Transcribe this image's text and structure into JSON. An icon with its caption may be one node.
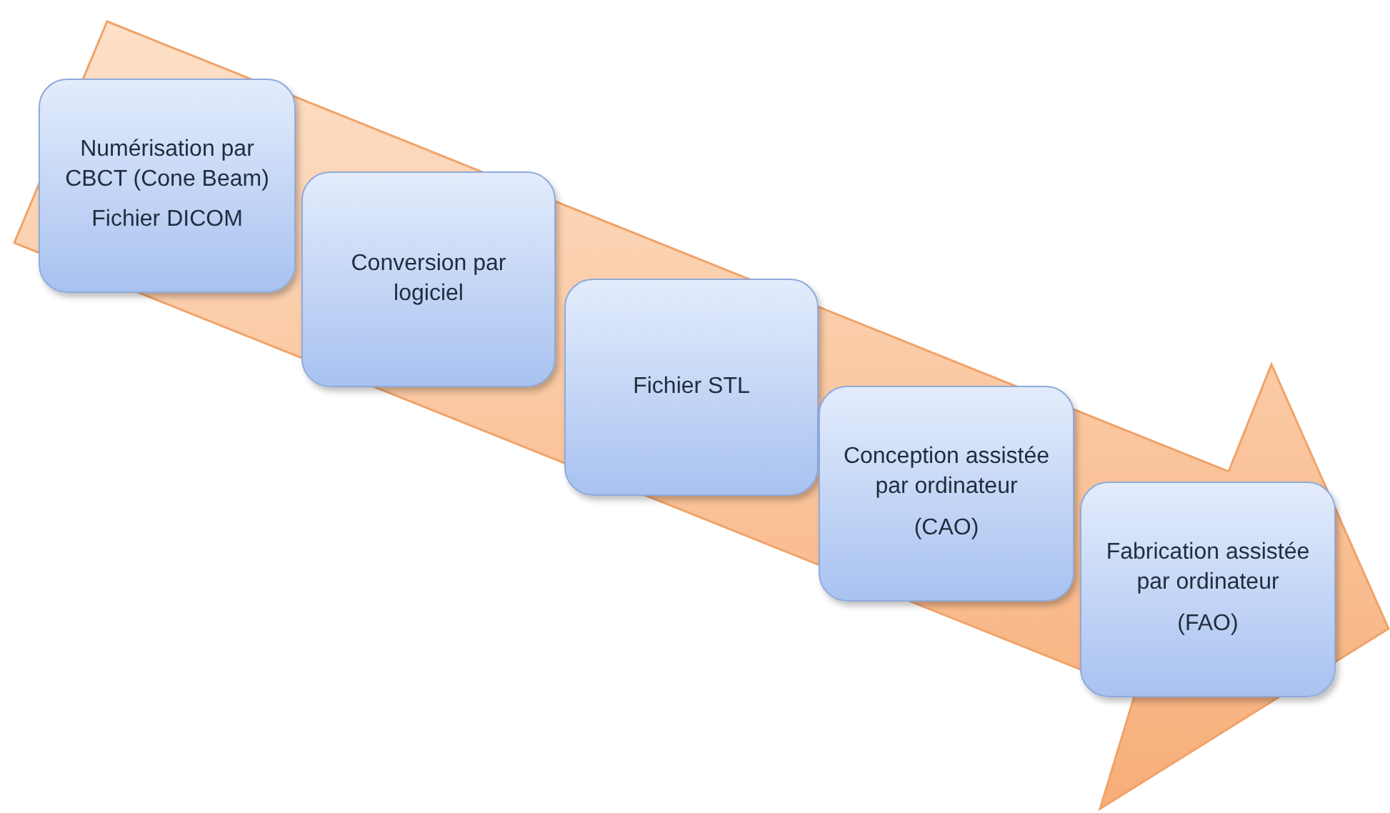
{
  "diagram": {
    "nodes": [
      {
        "text": [
          "Numérisation par CBCT (Cone Beam)",
          "Fichier DICOM"
        ]
      },
      {
        "text": [
          "Conversion par logiciel"
        ]
      },
      {
        "text": [
          "Fichier STL"
        ]
      },
      {
        "text": [
          "Conception assistée par ordinateur",
          "(CAO)"
        ]
      },
      {
        "text": [
          "Fabrication assistée par ordinateur",
          "(FAO)"
        ]
      }
    ]
  }
}
